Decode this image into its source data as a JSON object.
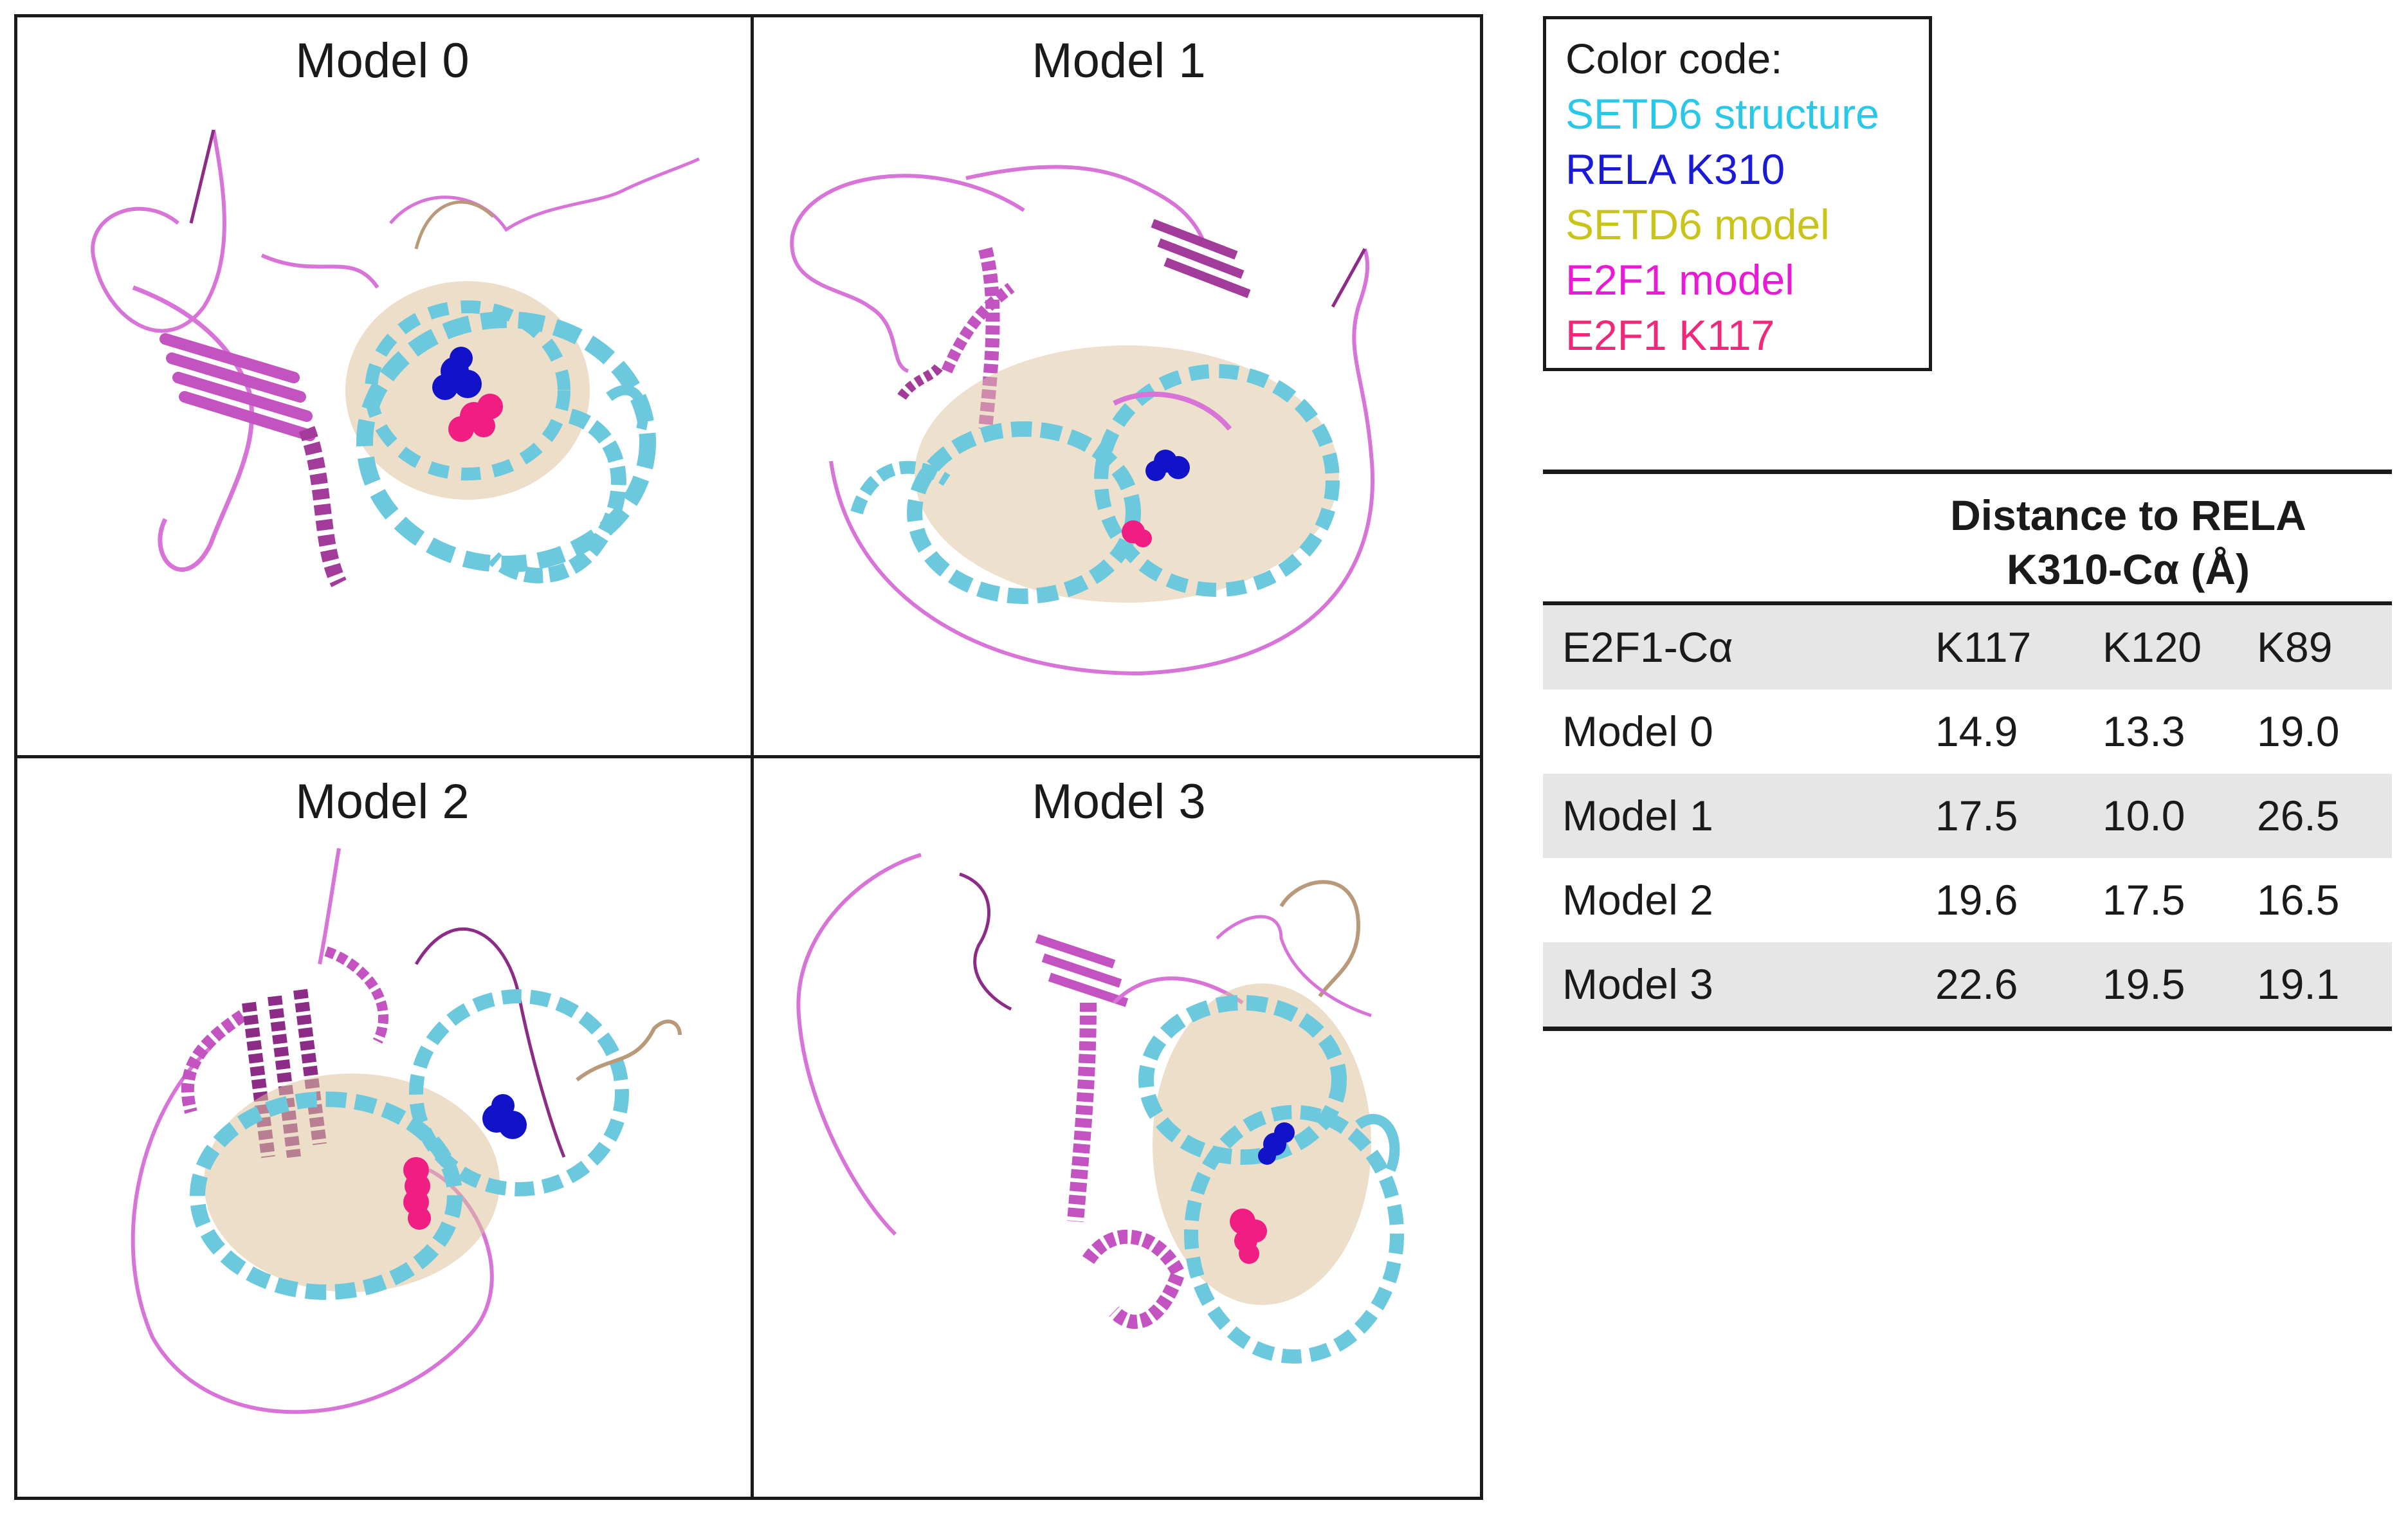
{
  "panels": [
    {
      "title": "Model 0"
    },
    {
      "title": "Model 1"
    },
    {
      "title": "Model 2"
    },
    {
      "title": "Model 3"
    }
  ],
  "legend": {
    "heading": "Color code:",
    "items": [
      {
        "label": "SETD6 structure",
        "color": "#29c8e8"
      },
      {
        "label": "RELA K310",
        "color": "#1a1ad6"
      },
      {
        "label": "SETD6 model",
        "color": "#c9c41a"
      },
      {
        "label": "E2F1 model",
        "color": "#e81ad6"
      },
      {
        "label": "E2F1 K117",
        "color": "#f0287a"
      }
    ]
  },
  "colors": {
    "setd6_structure": "#6cc8dc",
    "setd6_model": "#dcc39b",
    "e2f1_model": "#d873d8",
    "e2f1_dark": "#8c2c86",
    "rela_k310": "#1212c8",
    "e2f1_k117": "#f01e82"
  },
  "table": {
    "header_line1": "Distance to RELA",
    "header_line2": "K310-Cα (Å)",
    "label_row": [
      "E2F1-Cα",
      "K117",
      "K120",
      "K89"
    ],
    "rows": [
      [
        "Model  0",
        "14.9",
        "13.3",
        "19.0"
      ],
      [
        "Model  1",
        "17.5",
        "10.0",
        "26.5"
      ],
      [
        "Model  2",
        "19.6",
        "17.5",
        "16.5"
      ],
      [
        "Model  3",
        "22.6",
        "19.5",
        "19.1"
      ]
    ]
  }
}
